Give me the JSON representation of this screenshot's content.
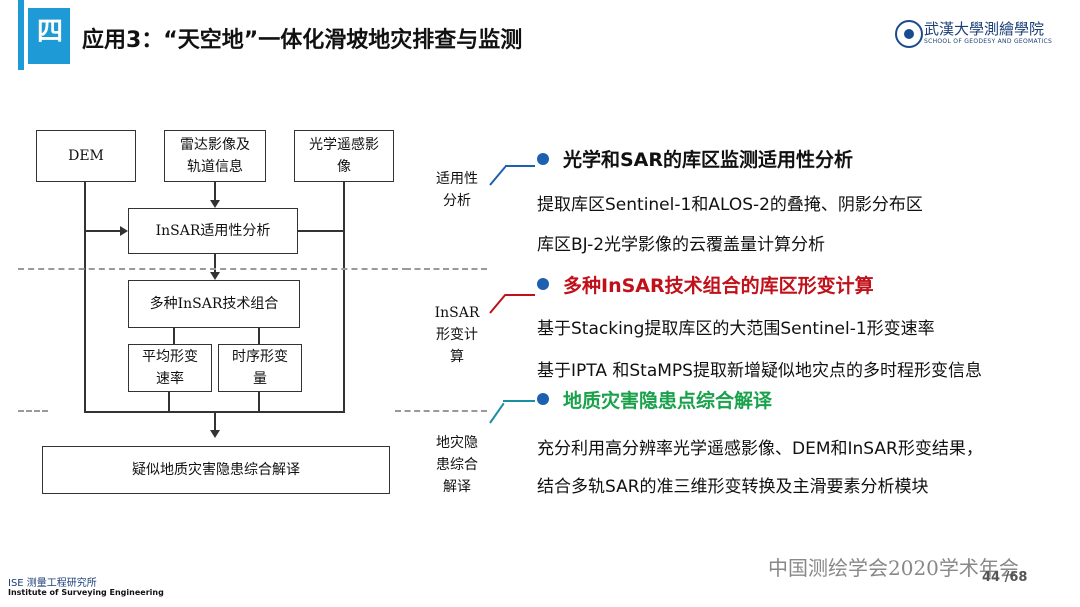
{
  "header": {
    "badge": "四",
    "title": "应用3：“天空地”一体化滑坡地灾排查与监测",
    "logo_cn": "武漢大學測繪學院",
    "logo_en": "SCHOOL OF GEODESY AND GEOMATICS"
  },
  "diagram": {
    "dem": "DEM",
    "radar": "雷达影像及\n轨道信息",
    "optical": "光学遥感影\n像",
    "insar_analysis": "InSAR适用性分析",
    "insar_combo": "多种InSAR技术组合",
    "avg_rate": "平均形变\n速率",
    "time_series": "时序形变\n量",
    "interpret": "疑似地质灾害隐患综合解译",
    "stage1": "适用性\n分析",
    "stage2": "InSAR\n形变计\n算",
    "stage3": "地灾隐\n患综合\n解译"
  },
  "sections": [
    {
      "heading": "光学和SAR的库区监测适用性分析",
      "color": "#111111",
      "lines": [
        "提取库区Sentinel-1和ALOS-2的叠掩、阴影分布区",
        "库区BJ-2光学影像的云覆盖量计算分析"
      ]
    },
    {
      "heading": "多种InSAR技术组合的库区形变计算",
      "color": "#c0101a",
      "lines": [
        "基于Stacking提取库区的大范围Sentinel-1形变速率",
        "基于IPTA 和StaMPS提取新增疑似地灾点的多时程形变信息"
      ]
    },
    {
      "heading": "地质灾害隐患点综合解译",
      "color": "#1aa14b",
      "lines": [
        "充分利用高分辨率光学遥感影像、DEM和InSAR形变结果，",
        "结合多轨SAR的准三维形变转换及主滑要素分析模块"
      ]
    }
  ],
  "footer": {
    "conference": "中国测绘学会2020学术年会",
    "page": "44 /68",
    "ise_cn": "ISE 测量工程研究所",
    "ise_en": "Institute of Surveying Engineering"
  }
}
